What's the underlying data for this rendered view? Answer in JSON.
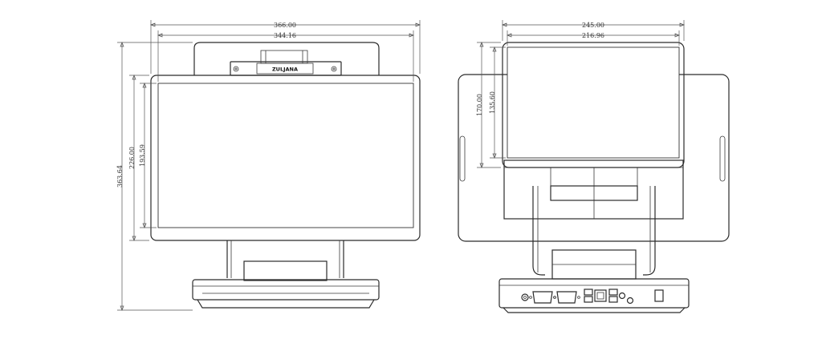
{
  "front_view": {
    "brand_label": "ZULJANA",
    "dims": {
      "overall_width": "366.00",
      "screen_width": "344.16",
      "overall_height": "363.64",
      "display_height": "226.00",
      "active_height": "193.59"
    }
  },
  "side_view": {
    "dims": {
      "overall_width": "245.00",
      "screen_width": "216.96",
      "display_height": "170.00",
      "active_height": "135.60"
    }
  }
}
